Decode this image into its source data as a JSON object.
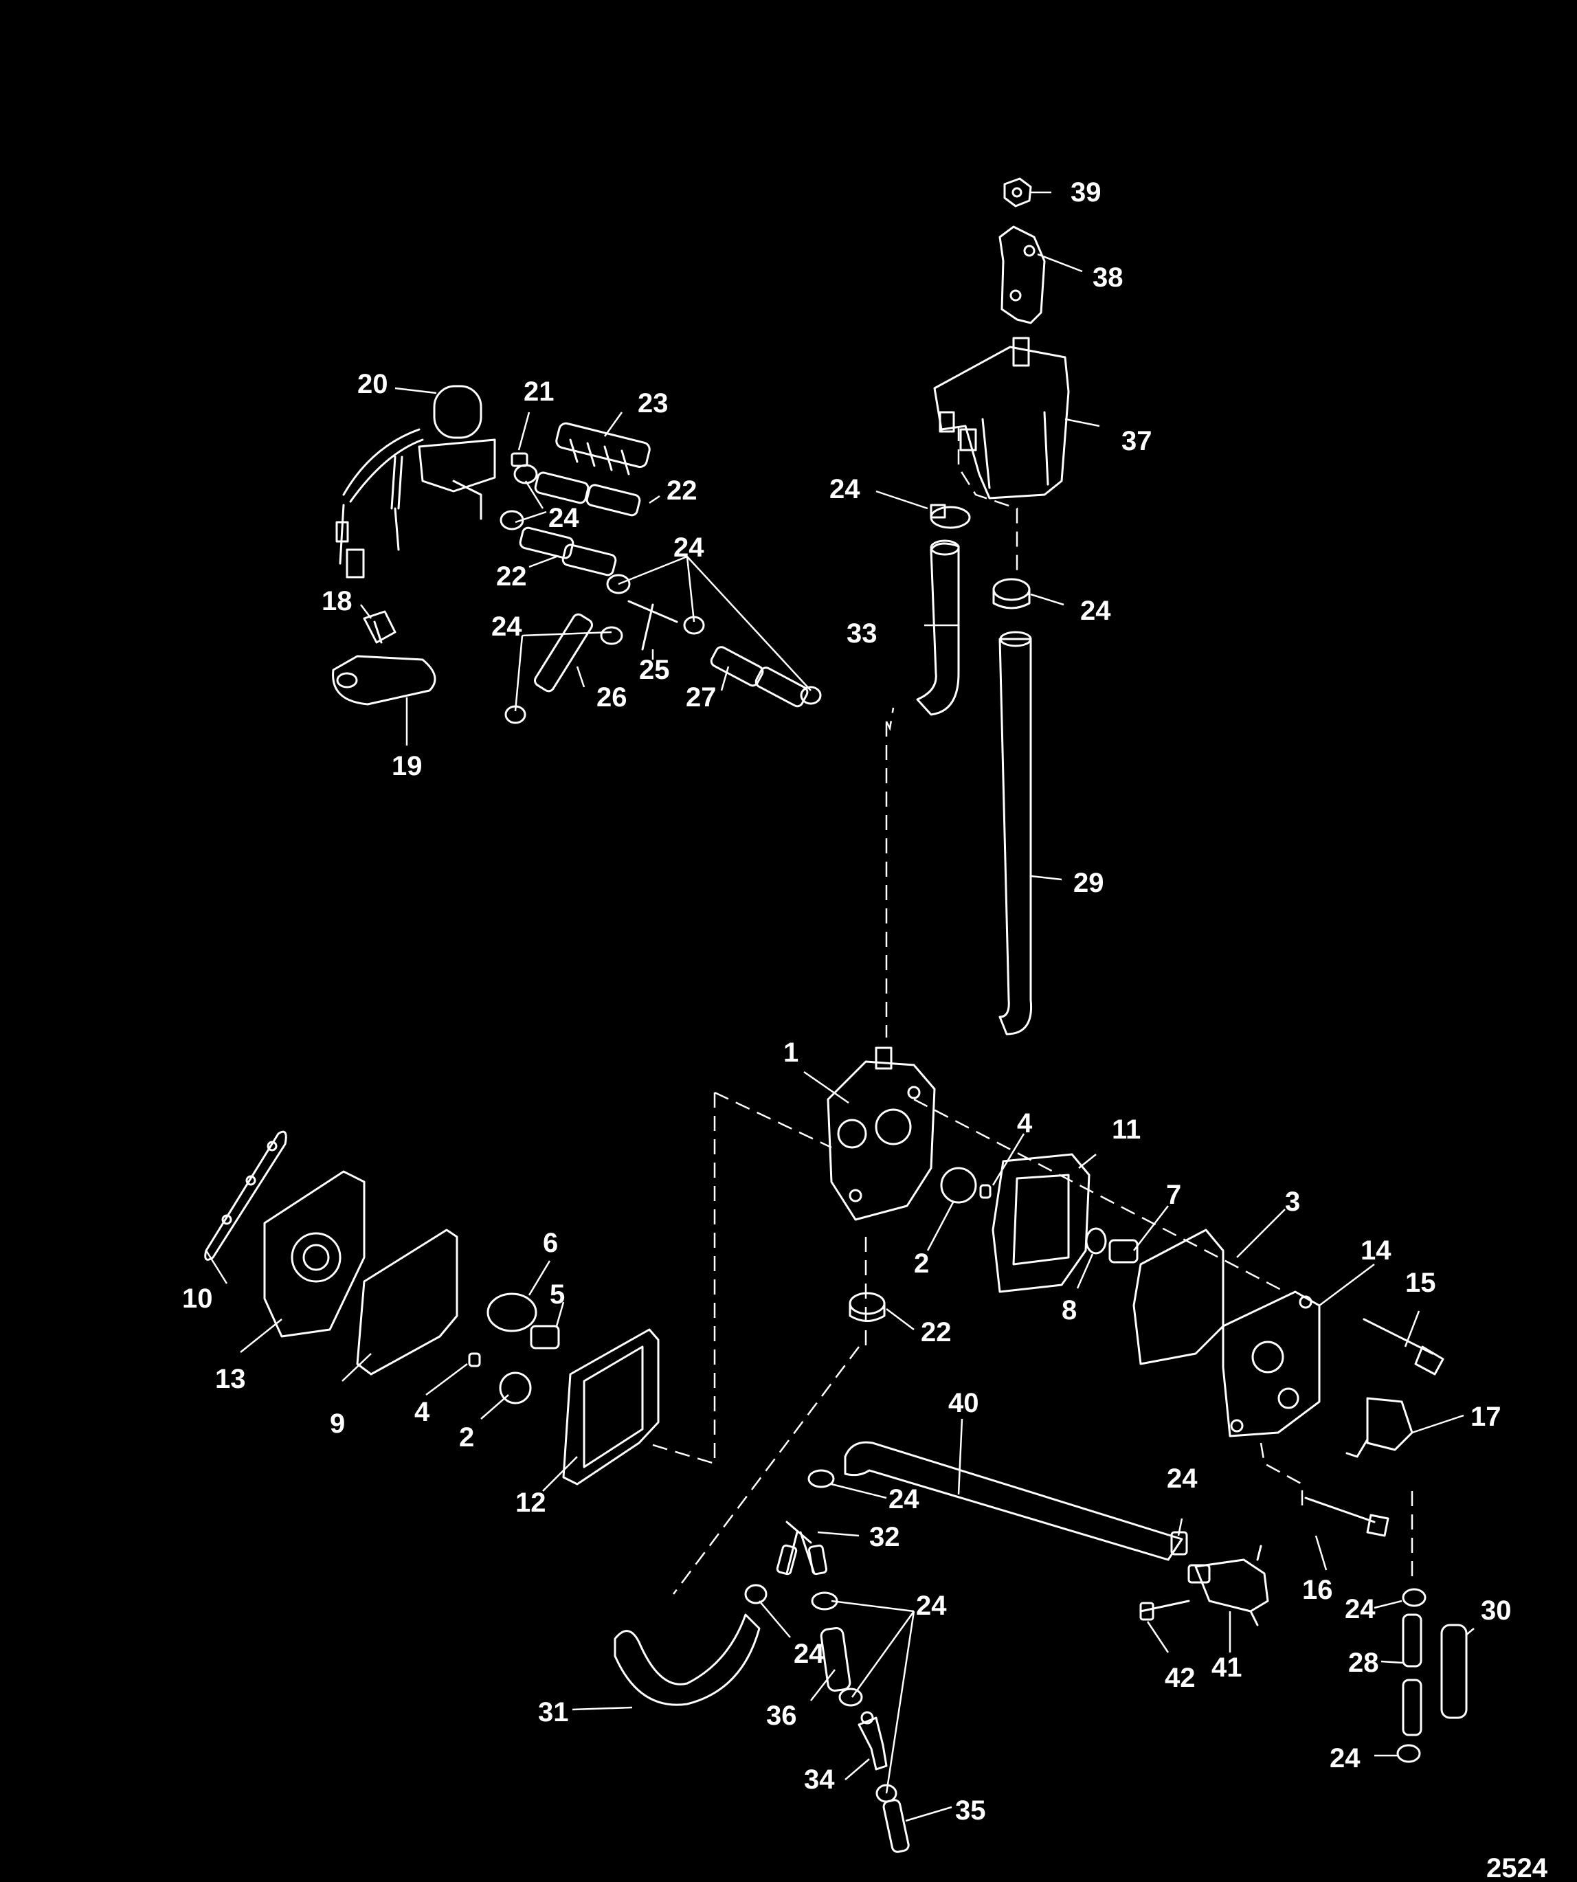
{
  "diagram": {
    "figure_id": "2524",
    "callouts": [
      "39",
      "38",
      "37",
      "24",
      "24",
      "33",
      "29",
      "20",
      "21",
      "23",
      "22",
      "24",
      "22",
      "24",
      "18",
      "24",
      "25",
      "26",
      "27",
      "19",
      "1",
      "4",
      "11",
      "7",
      "3",
      "14",
      "15",
      "2",
      "8",
      "10",
      "6",
      "5",
      "13",
      "9",
      "4",
      "2",
      "12",
      "22",
      "17",
      "40",
      "24",
      "24",
      "32",
      "24",
      "16",
      "24",
      "24",
      "30",
      "28",
      "24",
      "36",
      "31",
      "42",
      "41",
      "34",
      "35",
      "24"
    ]
  }
}
